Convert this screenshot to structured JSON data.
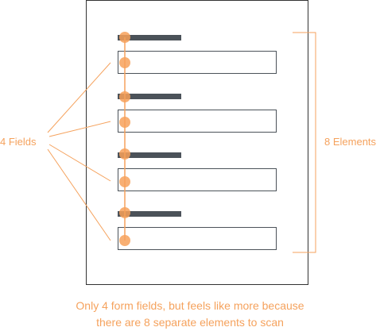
{
  "annotations": {
    "left_label": "4 Fields",
    "right_label": "8 Elements"
  },
  "caption": {
    "line1": "Only 4 form fields, but feels like more because",
    "line2": "there are 8 separate elements to scan"
  },
  "form": {
    "field_count": 4,
    "element_count": 8
  },
  "colors": {
    "accent": "#f5a25d",
    "marker": "#f7a15a",
    "label_bar": "#4b5259",
    "input_border": "#4b5259",
    "page_border": "#333333"
  }
}
